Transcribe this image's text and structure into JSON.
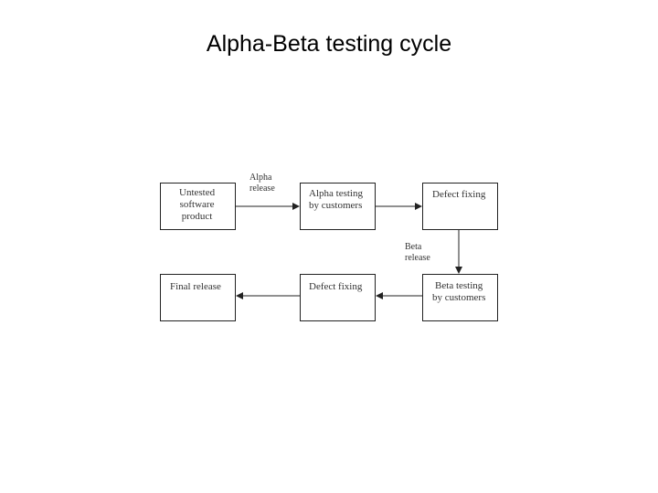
{
  "title": "Alpha-Beta testing cycle",
  "nodes": {
    "untested": "Untested\nsoftware\nproduct",
    "alpha_testing": "Alpha testing\nby customers",
    "defect_fixing_top": "Defect fixing",
    "beta_testing": "Beta testing\nby customers",
    "defect_fixing_bottom": "Defect fixing",
    "final_release": "Final release"
  },
  "edge_labels": {
    "alpha_release": "Alpha\nrelease",
    "beta_release": "Beta\nrelease"
  },
  "colors": {
    "stroke": "#222222",
    "text": "#333333"
  }
}
